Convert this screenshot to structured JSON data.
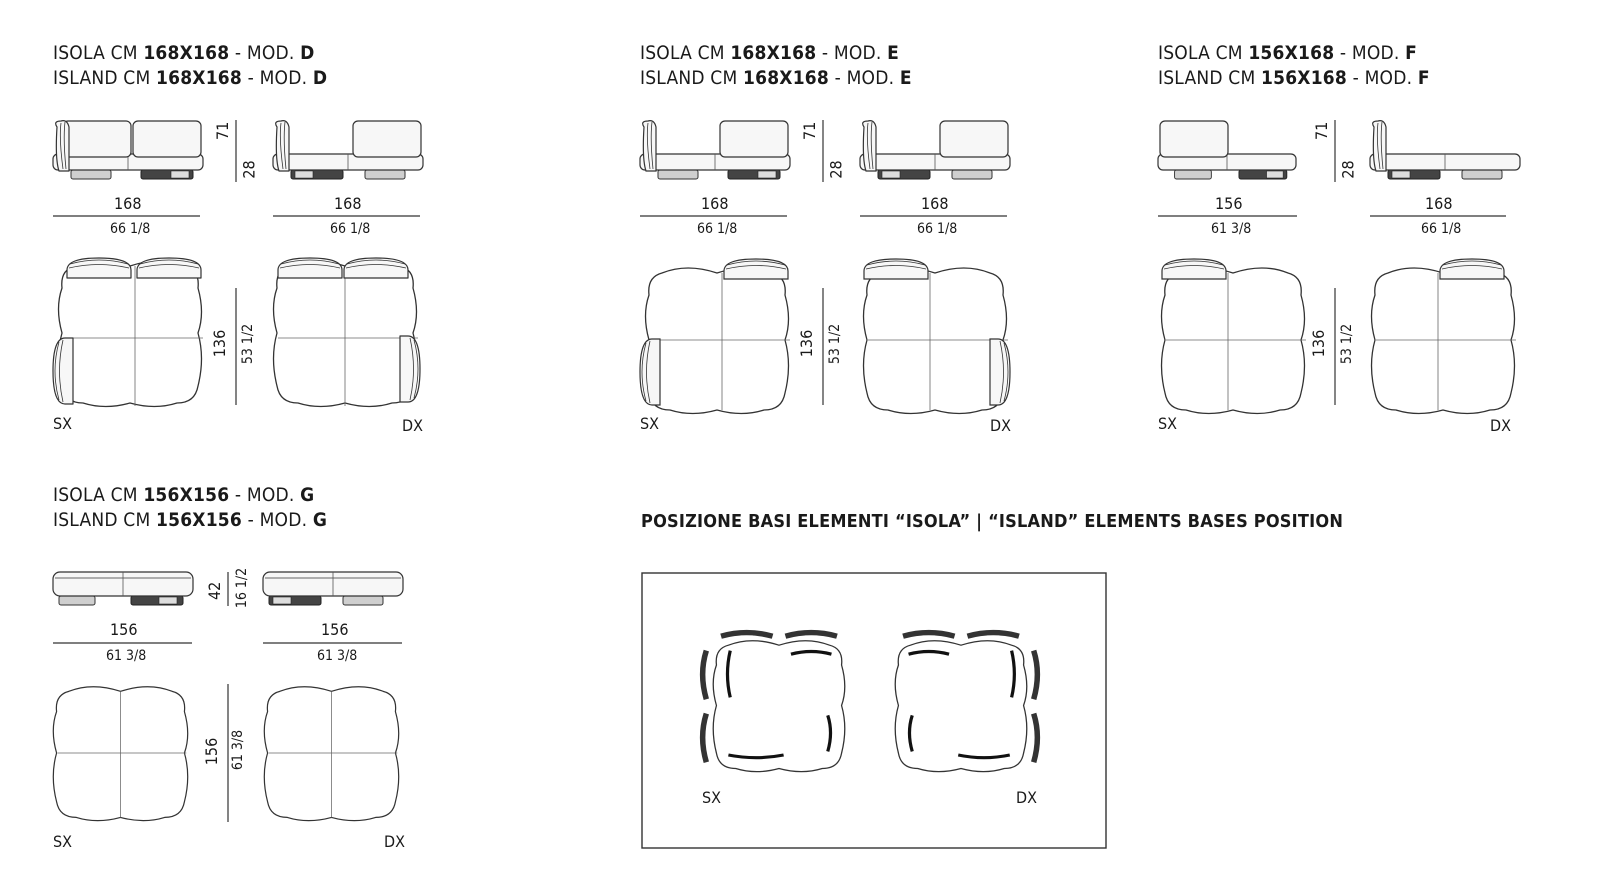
{
  "modules": [
    {
      "isola": {
        "pre": "ISOLA CM ",
        "size": "168X168",
        "mid": " - MOD. ",
        "mod": "D"
      },
      "island": {
        "pre": "ISLAND CM ",
        "size": "168X168",
        "mid": " - MOD. ",
        "mod": "D"
      },
      "width_cm_left": "168",
      "width_in_left": "66 1/8",
      "width_cm_right": "168",
      "width_in_right": "66 1/8",
      "height_cm": "71",
      "seat_cm": "28",
      "depth_cm": "136",
      "depth_in": "53 1/2",
      "left_label": "SX",
      "right_label": "DX"
    },
    {
      "isola": {
        "pre": "ISOLA CM ",
        "size": "168X168",
        "mid": " - MOD. ",
        "mod": "E"
      },
      "island": {
        "pre": "ISLAND CM ",
        "size": "168X168",
        "mid": " - MOD. ",
        "mod": "E"
      },
      "width_cm_left": "168",
      "width_in_left": "66 1/8",
      "width_cm_right": "168",
      "width_in_right": "66 1/8",
      "height_cm": "71",
      "seat_cm": "28",
      "depth_cm": "136",
      "depth_in": "53 1/2",
      "left_label": "SX",
      "right_label": "DX"
    },
    {
      "isola": {
        "pre": "ISOLA CM ",
        "size": "156X168",
        "mid": " - MOD. ",
        "mod": "F"
      },
      "island": {
        "pre": "ISLAND CM ",
        "size": "156X168",
        "mid": " - MOD. ",
        "mod": "F"
      },
      "width_cm_left": "156",
      "width_in_left": "61 3/8",
      "width_cm_right": "168",
      "width_in_right": "66 1/8",
      "height_cm": "71",
      "seat_cm": "28",
      "depth_cm": "136",
      "depth_in": "53 1/2",
      "left_label": "SX",
      "right_label": "DX"
    },
    {
      "isola": {
        "pre": "ISOLA CM ",
        "size": "156X156",
        "mid": " - MOD. ",
        "mod": "G"
      },
      "island": {
        "pre": "ISLAND CM ",
        "size": "156X156",
        "mid": " - MOD. ",
        "mod": "G"
      },
      "width_cm_left": "156",
      "width_in_left": "61 3/8",
      "width_cm_right": "156",
      "width_in_right": "61 3/8",
      "height_cm": "42",
      "seat_cm": "16 1/2",
      "depth_cm": "156",
      "depth_in": "61 3/8",
      "left_label": "SX",
      "right_label": "DX"
    }
  ],
  "bases": {
    "heading": "POSIZIONE BASI ELEMENTI “ISOLA”  |  “ISLAND” ELEMENTS BASES POSITION",
    "left_label": "SX",
    "right_label": "DX"
  },
  "colors": {
    "line": "#333333",
    "dark": "#111111",
    "fill": "#f7f7f7"
  }
}
